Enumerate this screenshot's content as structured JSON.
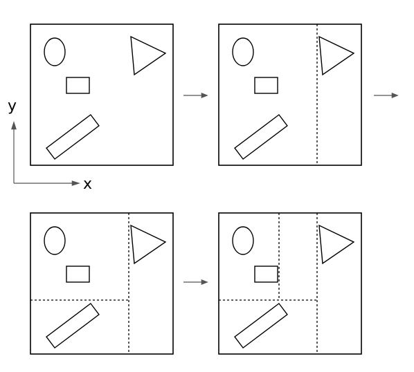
{
  "axes": {
    "x_label": "x",
    "y_label": "y"
  },
  "panels": [
    {
      "step": 1,
      "cuts": []
    },
    {
      "step": 2,
      "cuts": [
        "vertical"
      ]
    },
    {
      "step": 3,
      "cuts": [
        "vertical",
        "horizontal-left"
      ]
    },
    {
      "step": 4,
      "cuts": [
        "vertical",
        "horizontal-left",
        "vertical-left-upper"
      ]
    }
  ],
  "shapes": [
    "ellipse",
    "rectangle",
    "triangle",
    "rotated-rectangle"
  ],
  "transition_arrows": 3
}
